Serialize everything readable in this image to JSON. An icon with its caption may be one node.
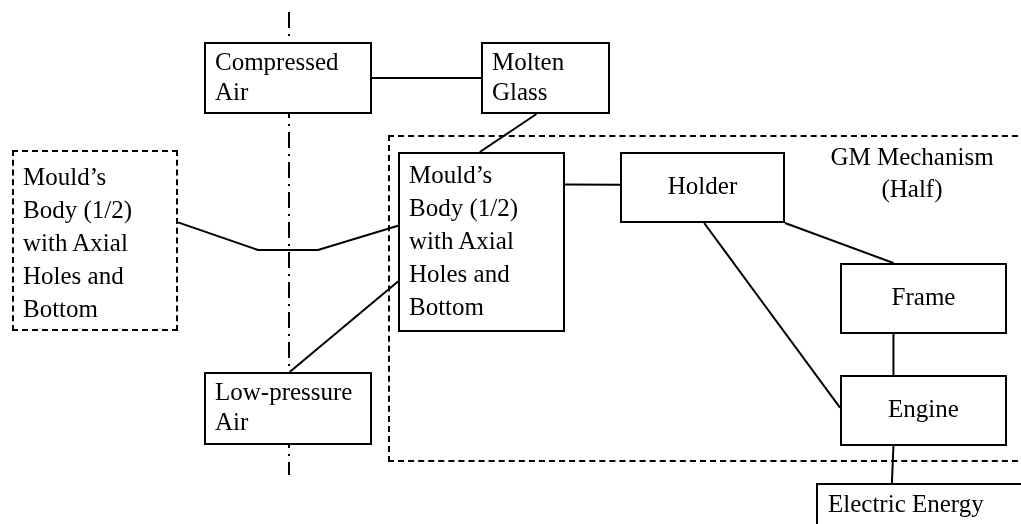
{
  "diagram": {
    "nodes": [
      {
        "text": [
          "Compressed Air"
        ]
      },
      {
        "text": [
          "Molten Glass"
        ]
      },
      {
        "text": [
          "GM Mechanism (Half)"
        ]
      },
      {
        "text": [
          "Mould’s Body (1/2) with Axial Holes and Bottom"
        ]
      },
      {
        "text": [
          "Mould’s Body (1/2) with Axial Holes and Bottom"
        ],
        "in": 2
      },
      {
        "text": [
          "Holder"
        ],
        "in": 2
      },
      {
        "text": [
          "Frame"
        ],
        "in": 2
      },
      {
        "text": [
          "Engine"
        ],
        "in": 2
      },
      {
        "text": [
          "Low-pressure Air"
        ]
      },
      {
        "text": [
          "Electric Energy"
        ]
      }
    ],
    "edges": [
      {
        "from": 0,
        "to": 1,
        "arrow": "none"
      },
      {
        "from": 1,
        "to": 4,
        "arrow": "none"
      },
      {
        "from": 3,
        "to": 4,
        "arrow": "none"
      },
      {
        "from": 8,
        "to": 4,
        "arrow": "none"
      },
      {
        "from": 4,
        "to": 5,
        "arrow": "none"
      },
      {
        "from": 5,
        "to": 6,
        "arrow": "none"
      },
      {
        "from": 5,
        "to": 7,
        "arrow": "none"
      },
      {
        "from": 6,
        "to": 7,
        "arrow": "none"
      },
      {
        "from": 7,
        "to": 9,
        "arrow": "none"
      }
    ]
  }
}
